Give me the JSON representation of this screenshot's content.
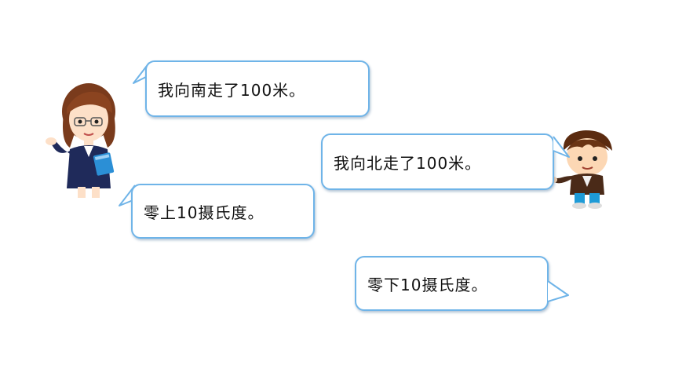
{
  "bubbles": [
    {
      "id": "teacher-south",
      "text": "我向南走了100米。"
    },
    {
      "id": "boy-north",
      "text": "我向北走了100米。"
    },
    {
      "id": "teacher-above-zero",
      "text": "零上10摄氏度。"
    },
    {
      "id": "boy-below-zero",
      "text": "零下10摄氏度。"
    }
  ],
  "characters": [
    {
      "id": "teacher",
      "icon": "teacher-icon"
    },
    {
      "id": "boy",
      "icon": "boy-icon"
    }
  ],
  "colors": {
    "bubble_border": "#6fb4e8",
    "background": "#ffffff",
    "text": "#111111"
  }
}
